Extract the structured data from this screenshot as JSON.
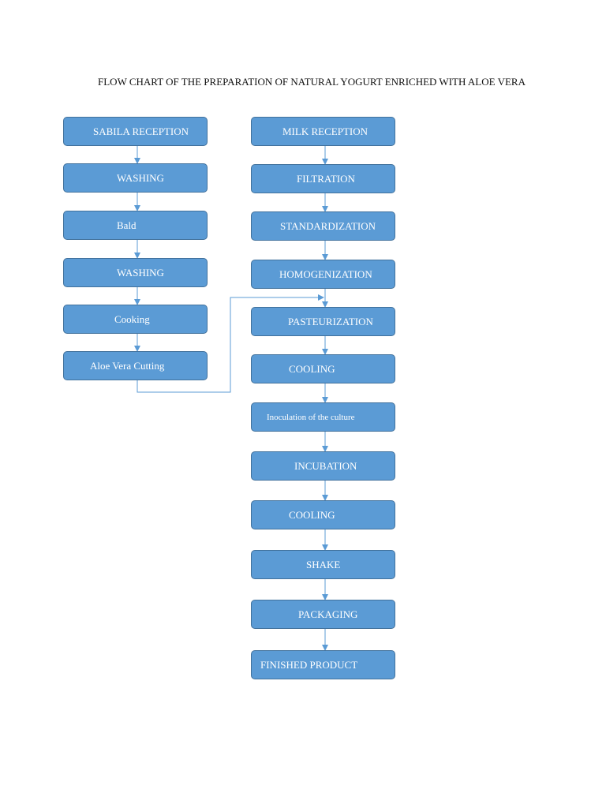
{
  "title": "FLOW CHART OF THE PREPARATION OF NATURAL YOGURT ENRICHED WITH ALOE VERA",
  "left_column": {
    "steps": [
      "SABILA RECEPTION",
      "WASHING",
      "Bald",
      "WASHING",
      "Cooking",
      "Aloe Vera Cutting"
    ]
  },
  "right_column": {
    "steps": [
      "MILK RECEPTION",
      "FILTRATION",
      "STANDARDIZATION",
      "HOMOGENIZATION",
      "PASTEURIZATION",
      "COOLING",
      "Inoculation of the culture",
      "INCUBATION",
      "COOLING",
      "SHAKE",
      "PACKAGING",
      "FINISHED PRODUCT"
    ]
  },
  "colors": {
    "box_fill": "#5b9bd5",
    "box_border": "#41719c",
    "connector": "#5b9bd5",
    "text": "#ffffff"
  }
}
